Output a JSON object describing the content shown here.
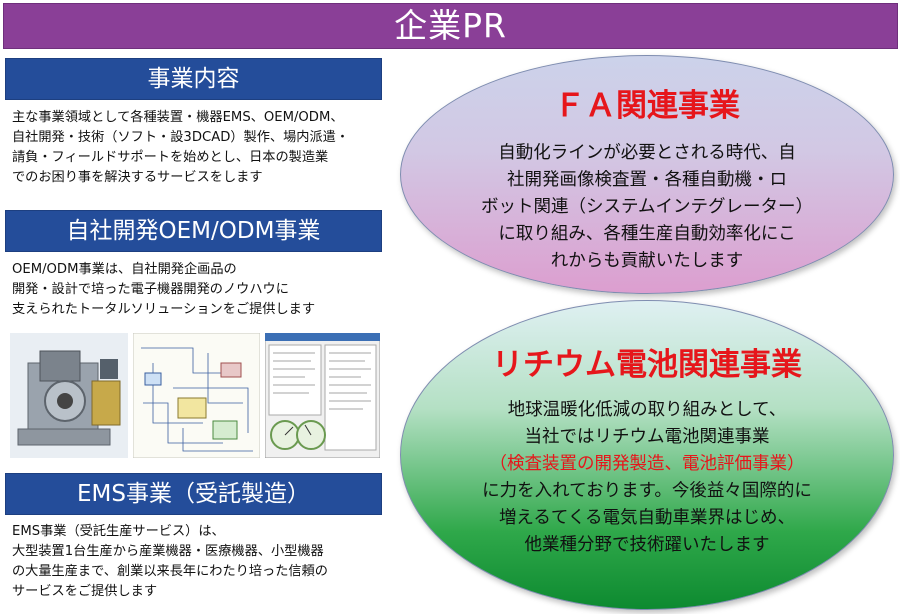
{
  "header": {
    "title": "企業PR"
  },
  "sections": [
    {
      "title": "事業内容",
      "body": "主な事業領域として各種装置・機器EMS、OEM/ODM、\n自社開発・技術（ソフト・設3DCAD）製作、場内派遣・\n請負・フィールドサポートを始めとし、日本の製造業\nでのお困り事を解決するサービスをします"
    },
    {
      "title": "自社開発OEM/ODM事業",
      "body": "OEM/ODM事業は、自社開発企画品の\n開発・設計で培った電子機器開発のノウハウに\n支えられたトータルソリューションをご提供します"
    },
    {
      "title": "EMS事業（受託製造）",
      "body": "EMS事業（受託生産サービス）は、\n大型装置1台生産から産業機器・医療機器、小型機器\nの大量生産まで、創業以来長年にわたり培った信頼の\nサービスをご提供します"
    }
  ],
  "fa": {
    "title": "ＦＡ関連事業",
    "lines": [
      "自動化ラインが必要とされる時代、自",
      "社開発画像検査置・各種自動機・ロ",
      "ボット関連（システムインテグレーター）",
      "に取り組み、各種生産自動効率化にこ",
      "れからも貢献いたします"
    ]
  },
  "lithium": {
    "title": "リチウム電池関連事業",
    "lines": [
      "地球温暖化低減の取り組みとして、",
      "当社ではリチウム電池関連事業"
    ],
    "highlight": "（検査装置の開発製造、電池評価事業）",
    "lines2": [
      "に力を入れております。今後益々国際的に",
      "増えるてくる電気自動車業界はじめ、",
      "他業種分野で技術躍いたします"
    ]
  },
  "colors": {
    "banner": "#8a3f97",
    "section_header": "#244d9a",
    "title_red": "#e6161b"
  }
}
